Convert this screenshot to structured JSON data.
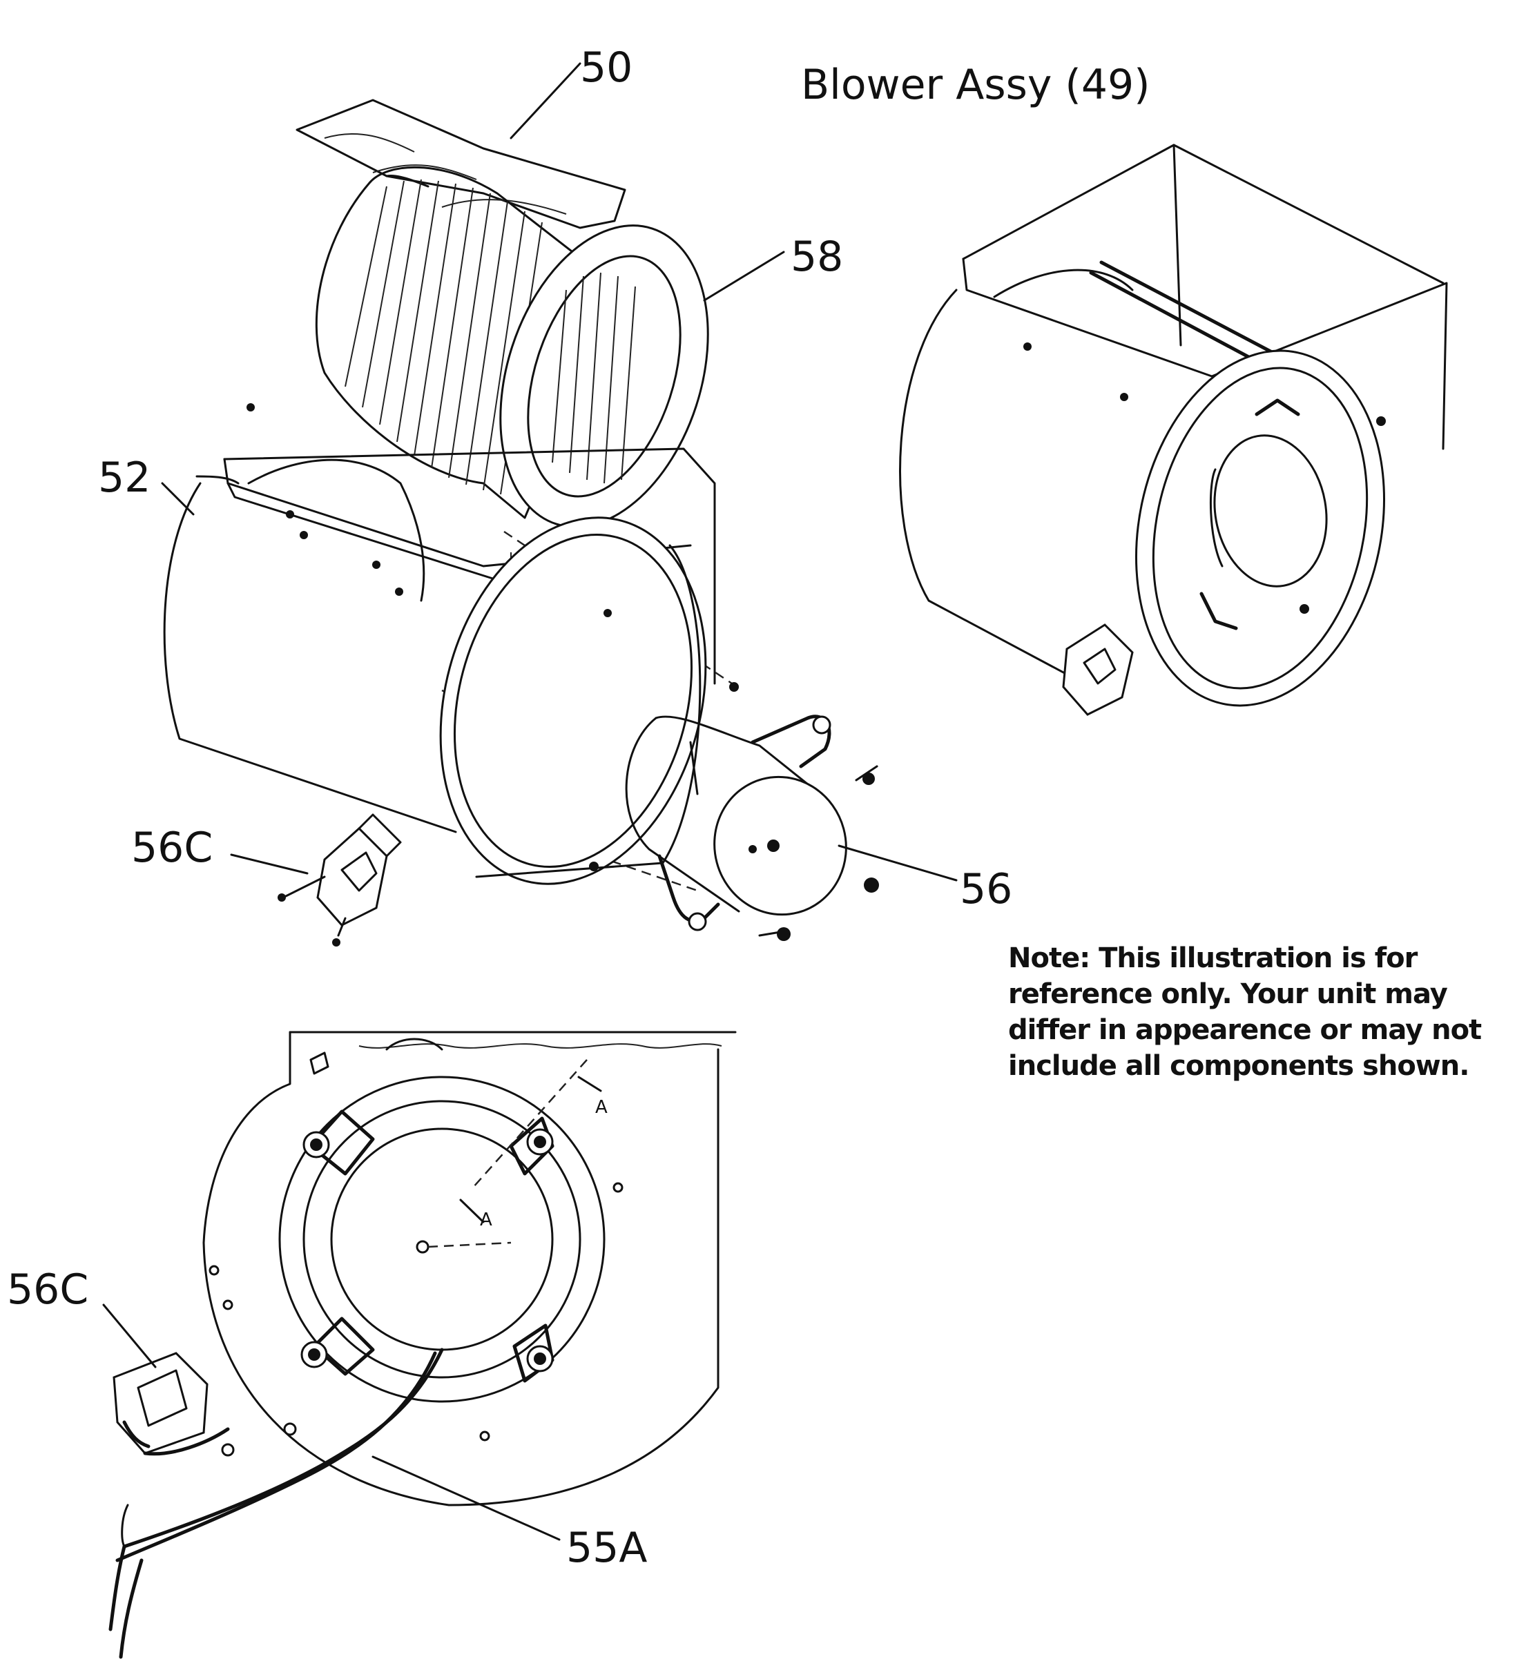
{
  "title": "Blower Assy (49)",
  "note": "Note: This illustration is for reference only. Your unit may differ in appearence or may not include all components shown.",
  "callouts": [
    "50",
    "58",
    "52",
    "56C",
    "56",
    "56C",
    "55A"
  ],
  "section_marker": "A",
  "colors": {
    "ink": "#111111",
    "paper": "#ffffff"
  }
}
